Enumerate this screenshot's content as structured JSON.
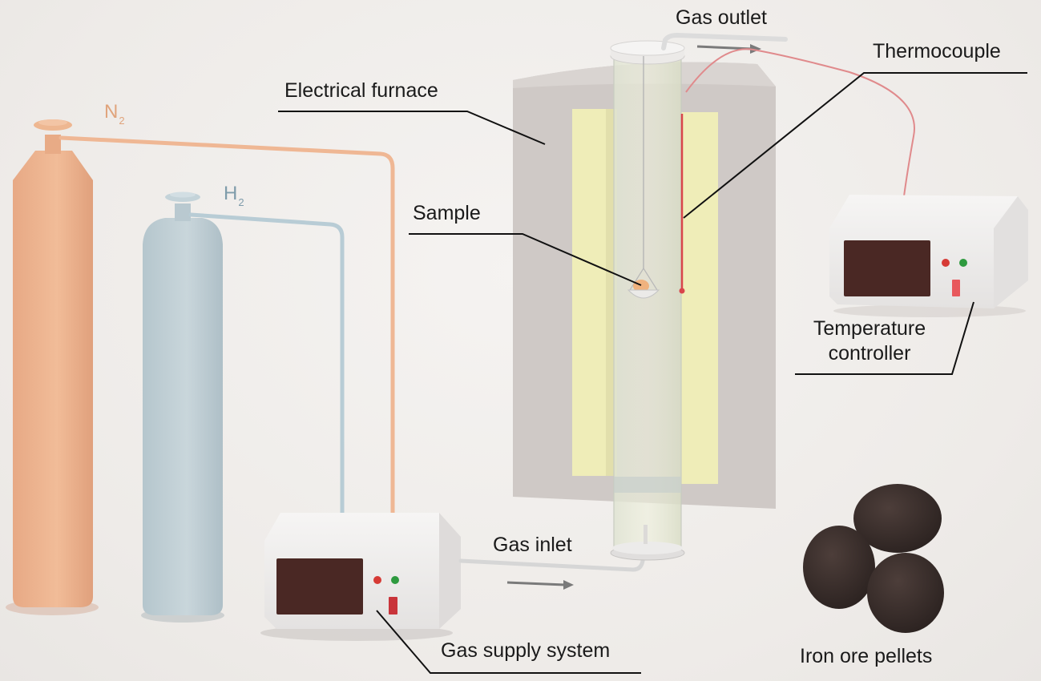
{
  "diagram": {
    "title": "Hydrogen reduction experimental apparatus",
    "labels": {
      "gas_outlet": "Gas outlet",
      "thermocouple": "Thermocouple",
      "electrical_furnace": "Electrical furnace",
      "sample": "Sample",
      "temperature_controller_line1": "Temperature",
      "temperature_controller_line2": "controller",
      "gas_inlet": "Gas inlet",
      "gas_supply_system": "Gas supply system",
      "iron_ore_pellets": "Iron ore pellets"
    },
    "cylinders": [
      {
        "id": "n2",
        "symbol": "N",
        "subscript": "2",
        "color": "#e8ae88",
        "label_color": "#e0a47c"
      },
      {
        "id": "h2",
        "symbol": "H",
        "subscript": "2",
        "color": "#bccdd4",
        "label_color": "#7f9cab"
      }
    ],
    "colors": {
      "furnace_body": "#cfc9c6",
      "heating_element": "#efedb8",
      "thermocouple_wire": "#d9454b",
      "display_panel": "#4a2824",
      "led_red": "#d63a35",
      "led_green": "#2e9a3f",
      "leader_line": "#111111",
      "flow_arrow": "#7a7a7a",
      "pellet": "#3b2f2c"
    }
  }
}
